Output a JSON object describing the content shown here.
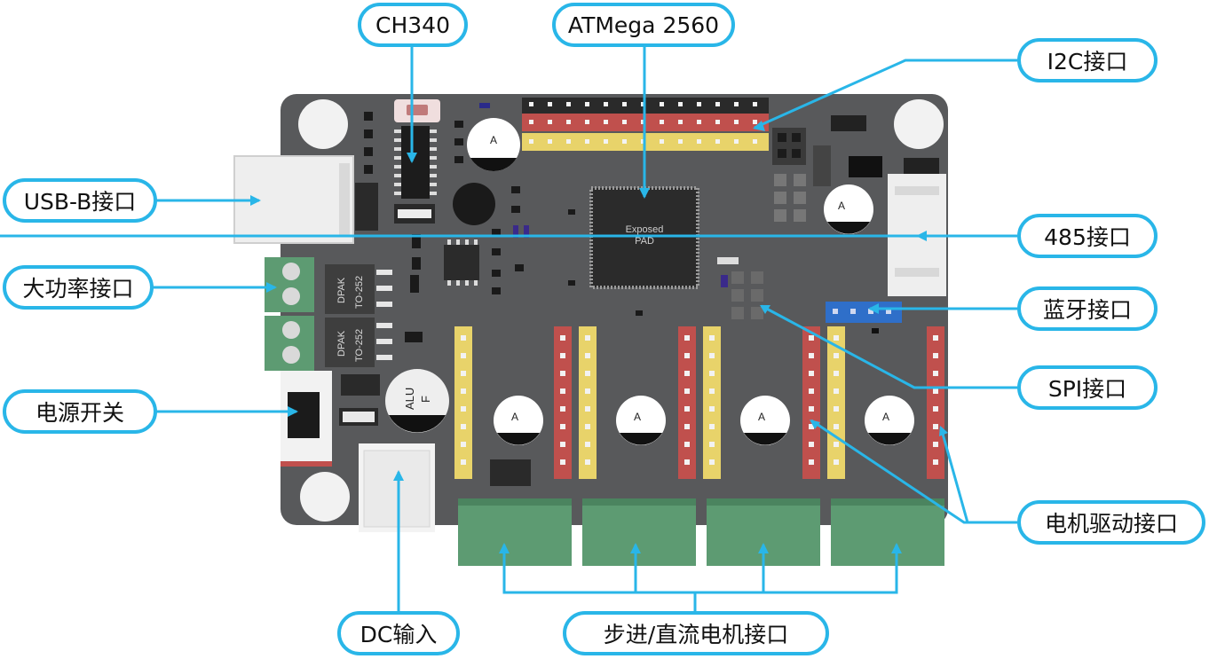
{
  "labels": {
    "ch340": "CH340",
    "atmega": "ATMega 2560",
    "i2c": "I2C接口",
    "usb_b": "USB-B接口",
    "rs485": "485接口",
    "high_power": "大功率接口",
    "bluetooth": "蓝牙接口",
    "power_switch": "电源开关",
    "spi": "SPI接口",
    "motor_driver": "电机驱动接口",
    "dc_input": "DC输入",
    "stepper_dc": "步进/直流电机接口"
  },
  "board_text": {
    "chip": "Exposed",
    "chip2": "PAD",
    "dpak": "DPAK",
    "to252": "TO-252",
    "alu": "ALU",
    "alu_f": "F",
    "cap_a": "A"
  },
  "colors": {
    "callout_border": "#29b6e8",
    "board": "#58595b",
    "header_red": "#c0504d",
    "header_yellow": "#e8d36a",
    "terminal_green": "#5d9b72",
    "bluetooth_blue": "#2f6fc9"
  }
}
